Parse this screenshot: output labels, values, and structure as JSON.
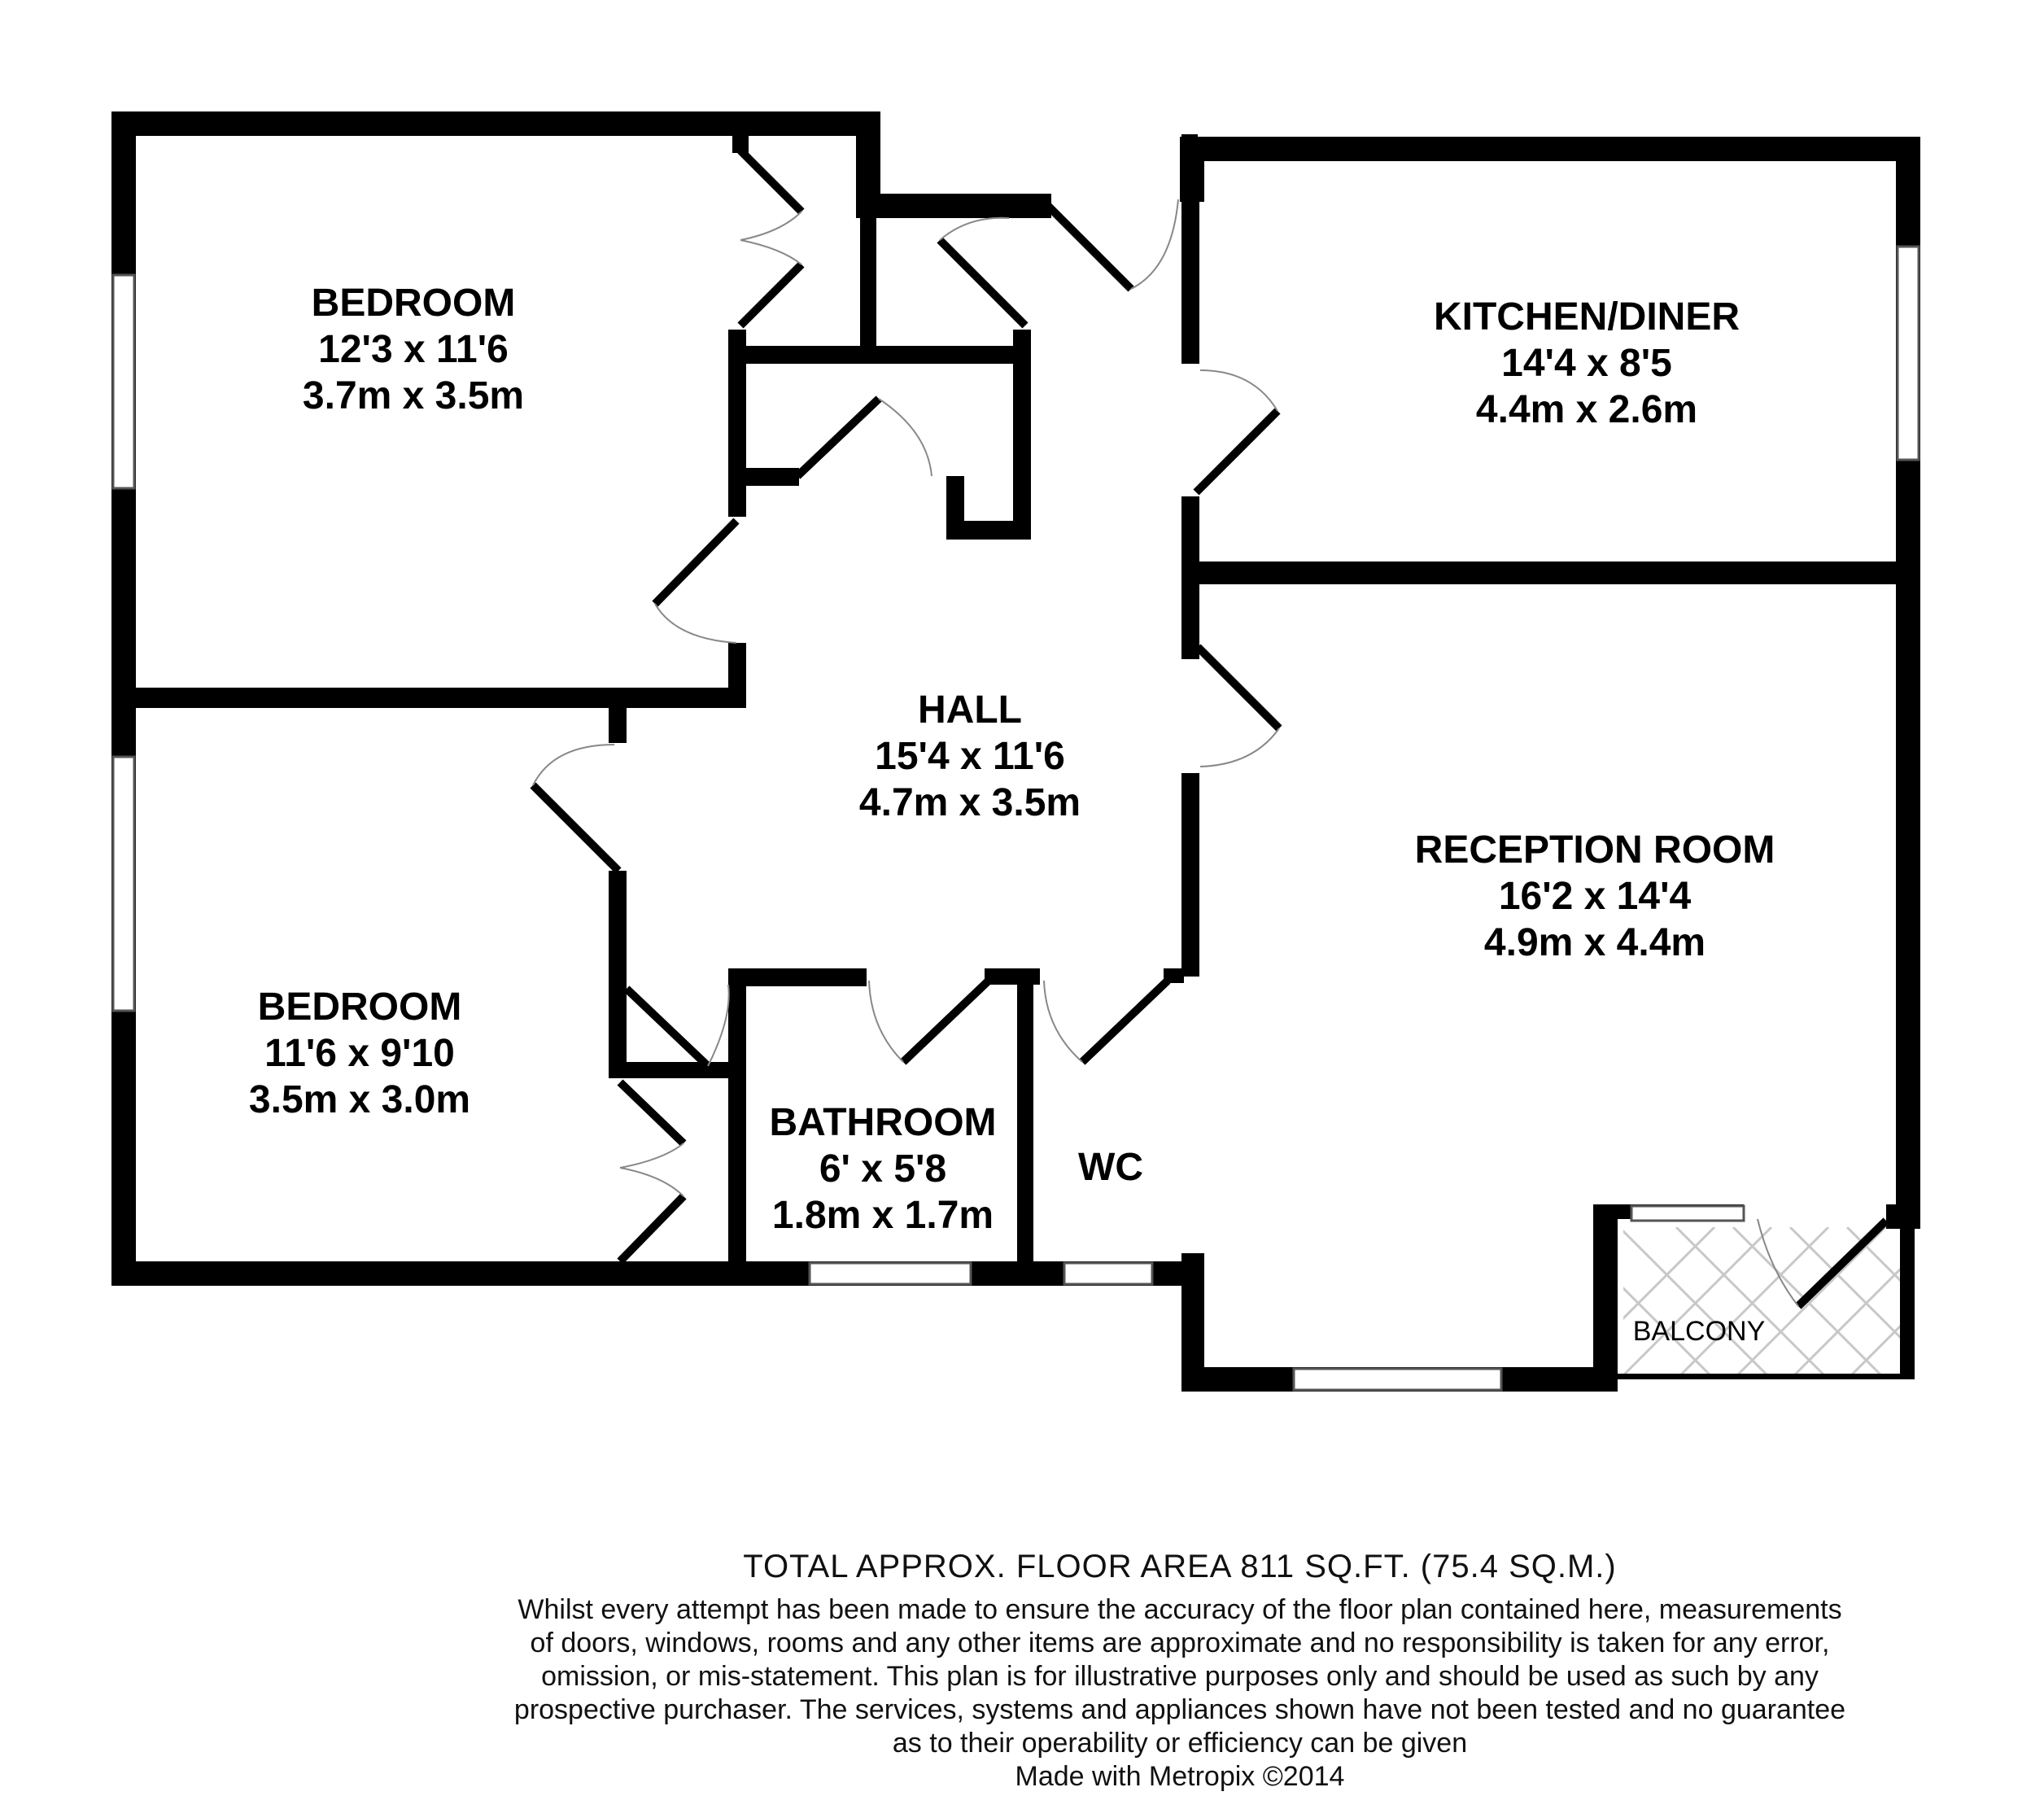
{
  "rooms": {
    "bedroom1": {
      "name": "BEDROOM",
      "imperial": "12'3 x 11'6",
      "metric": "3.7m x 3.5m"
    },
    "kitchen": {
      "name": "KITCHEN/DINER",
      "imperial": "14'4 x 8'5",
      "metric": "4.4m x 2.6m"
    },
    "hall": {
      "name": "HALL",
      "imperial": "15'4 x 11'6",
      "metric": "4.7m x 3.5m"
    },
    "reception": {
      "name": "RECEPTION ROOM",
      "imperial": "16'2 x 14'4",
      "metric": "4.9m x 4.4m"
    },
    "bedroom2": {
      "name": "BEDROOM",
      "imperial": "11'6 x 9'10",
      "metric": "3.5m x 3.0m"
    },
    "bathroom": {
      "name": "BATHROOM",
      "imperial": "6' x 5'8",
      "metric": "1.8m x 1.7m"
    },
    "wc": {
      "name": "WC"
    },
    "balcony": {
      "name": "BALCONY"
    }
  },
  "footer": {
    "total_area": "TOTAL APPROX. FLOOR AREA 811 SQ.FT. (75.4 SQ.M.)",
    "disclaimer_lines": [
      "Whilst every attempt has been made to ensure the accuracy of the floor plan contained here, measurements",
      "of doors, windows, rooms and any other items are approximate and no responsibility is taken for any error,",
      "omission, or mis-statement. This plan is for illustrative purposes only and should be used as such by any",
      "prospective purchaser. The services, systems and appliances shown have not been tested and no guarantee",
      "as to their operability or efficiency can be given"
    ],
    "credit": "Made with Metropix ©2014"
  }
}
